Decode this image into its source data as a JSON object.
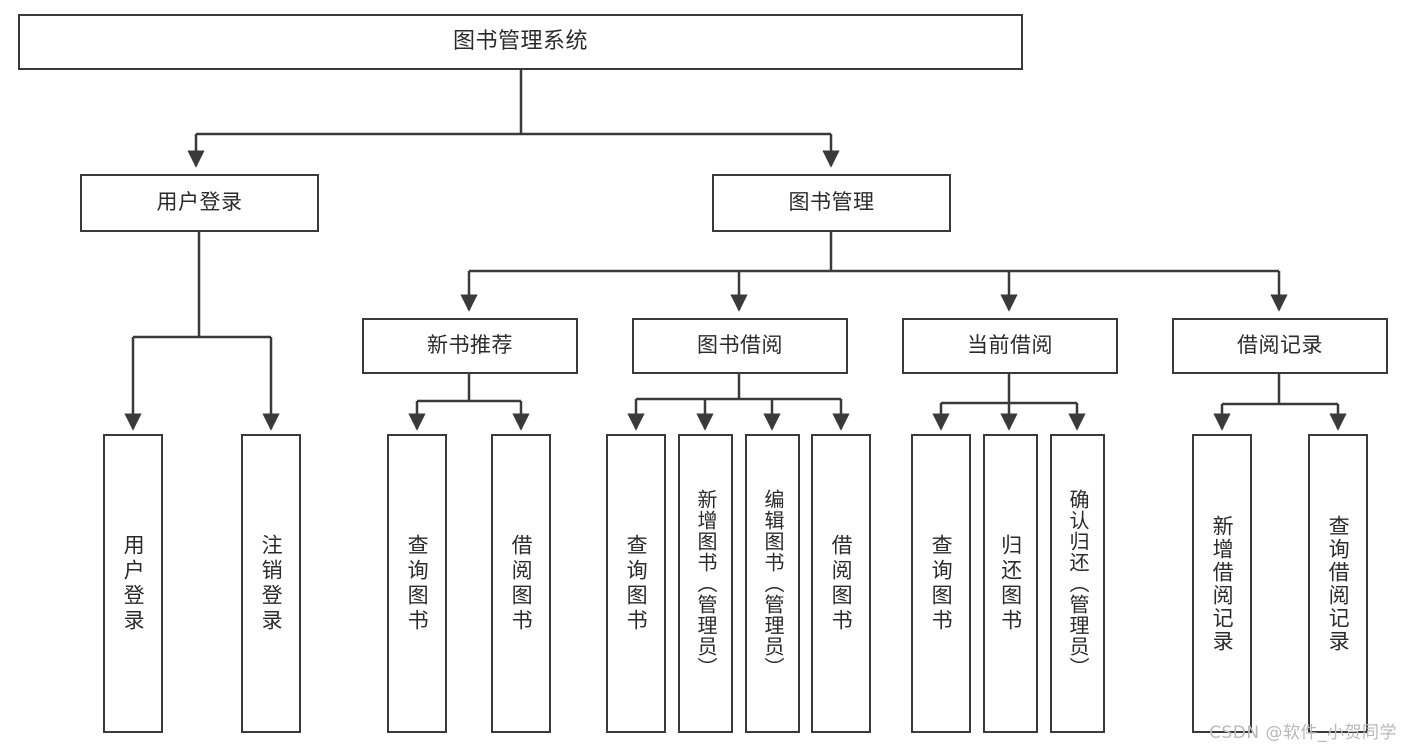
{
  "diagram": {
    "title": "图书管理系统",
    "type": "tree",
    "stroke_color": "#3a3a3a",
    "text_color": "#2b2b2b",
    "background_color": "#ffffff",
    "watermark": "CSDN @软件_小贺同学"
  },
  "nodes": {
    "root": {
      "label": "图书管理系统"
    },
    "level2": [
      {
        "id": "user-login",
        "label": "用户登录"
      },
      {
        "id": "book-manage",
        "label": "图书管理"
      }
    ],
    "level3": [
      {
        "id": "new-book-recommend",
        "label": "新书推荐"
      },
      {
        "id": "book-borrow",
        "label": "图书借阅"
      },
      {
        "id": "current-borrow",
        "label": "当前借阅"
      },
      {
        "id": "borrow-record",
        "label": "借阅记录"
      }
    ],
    "leaves": {
      "user_login": [
        {
          "id": "leaf-user-login",
          "label": "用户登录"
        },
        {
          "id": "leaf-logout-login",
          "label": "注销登录"
        }
      ],
      "new_book_recommend": [
        {
          "id": "leaf-query-book-1",
          "label": "查询图书"
        },
        {
          "id": "leaf-borrow-book-1",
          "label": "借阅图书"
        }
      ],
      "book_borrow": [
        {
          "id": "leaf-query-book-2",
          "label": "查询图书"
        },
        {
          "id": "leaf-add-book",
          "label": "新增图书（管理员）"
        },
        {
          "id": "leaf-edit-book",
          "label": "编辑图书（管理员）"
        },
        {
          "id": "leaf-borrow-book-2",
          "label": "借阅图书"
        }
      ],
      "current_borrow": [
        {
          "id": "leaf-query-book-3",
          "label": "查询图书"
        },
        {
          "id": "leaf-return-book",
          "label": "归还图书"
        },
        {
          "id": "leaf-confirm-return",
          "label": "确认归还（管理员）"
        }
      ],
      "borrow_record": [
        {
          "id": "leaf-add-record",
          "label": "新增借阅记录"
        },
        {
          "id": "leaf-query-record",
          "label": "查询借阅记录"
        }
      ]
    }
  }
}
